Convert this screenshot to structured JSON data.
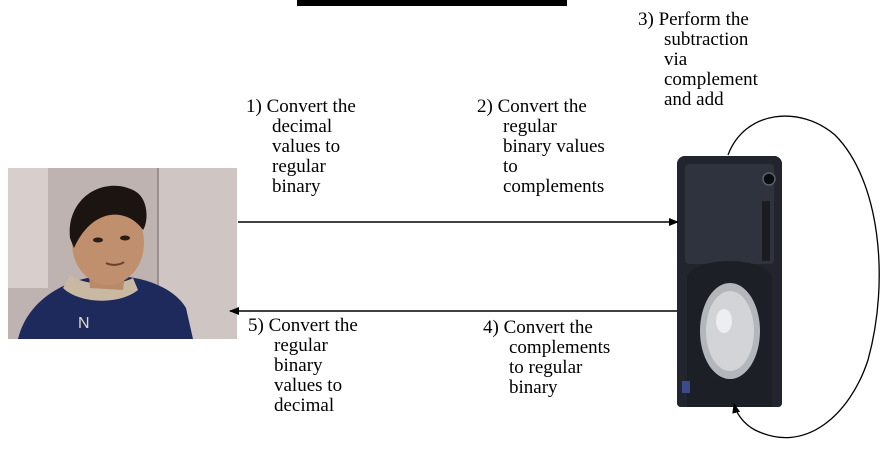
{
  "steps": {
    "s1": [
      "1) Convert the",
      "decimal",
      "values to",
      "regular",
      "binary"
    ],
    "s2": [
      "2) Convert the",
      "regular",
      "binary values",
      "to",
      "complements"
    ],
    "s3": [
      "3) Perform the",
      "subtraction",
      "via",
      "complement",
      "and add"
    ],
    "s4": [
      "4) Convert the",
      "complements",
      "to regular",
      "binary"
    ],
    "s5": [
      "5) Convert the",
      "regular",
      "binary",
      "values to",
      "decimal"
    ]
  },
  "images": {
    "person": "person-photo",
    "computer": "computer-tower"
  },
  "colors": {
    "line": "#000000",
    "background": "#ffffff"
  }
}
